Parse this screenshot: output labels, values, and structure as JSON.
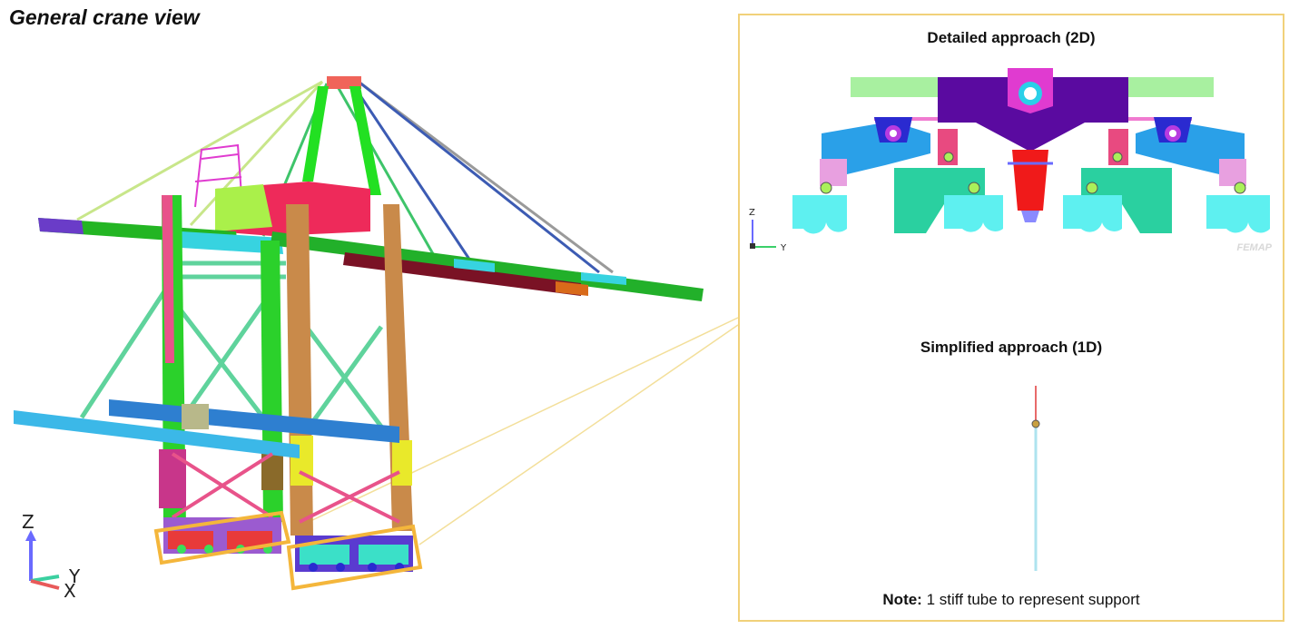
{
  "left": {
    "title": "General crane view",
    "axes": {
      "z": "Z",
      "y": "Y",
      "x": "X"
    }
  },
  "panel": {
    "detailed_title": "Detailed approach (2D)",
    "simplified_title": "Simplified approach (1D)",
    "note_label": "Note:",
    "note_text": "1 stiff tube to represent support",
    "watermark": "FEMAP",
    "axes": {
      "z": "Z",
      "y": "Y"
    }
  },
  "colors": {
    "callout_border": "#f4b63b",
    "panel_border": "#f1d17a",
    "leader_lines": "#f3df9a",
    "tube": "#aee3ef",
    "tube_top": "#e86a6a"
  }
}
